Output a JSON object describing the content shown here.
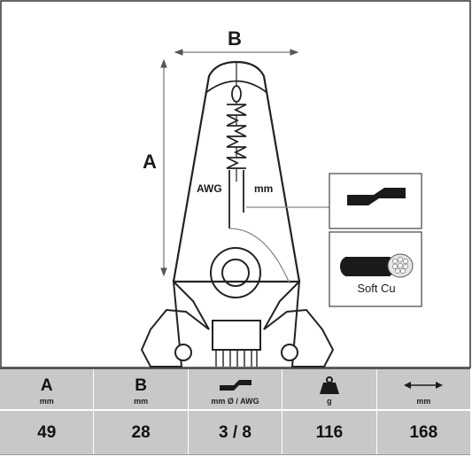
{
  "diagram": {
    "dimension_a": "A",
    "dimension_b": "B",
    "scale_left": "AWG",
    "scale_right": "mm",
    "material_label": "Soft Cu",
    "icons": [
      "cut-profile-icon",
      "stranded-cable-icon"
    ]
  },
  "specs": [
    {
      "header": "A",
      "unit": "mm",
      "value": "49"
    },
    {
      "header": "B",
      "unit": "mm",
      "value": "28"
    },
    {
      "header": "",
      "icon": "cut-profile-icon",
      "unit": "mm Ø / AWG",
      "value": "3 / 8"
    },
    {
      "header": "",
      "icon": "weight-icon",
      "unit": "g",
      "value": "116"
    },
    {
      "header": "",
      "icon": "length-arrow-icon",
      "unit": "mm",
      "value": "168"
    }
  ]
}
